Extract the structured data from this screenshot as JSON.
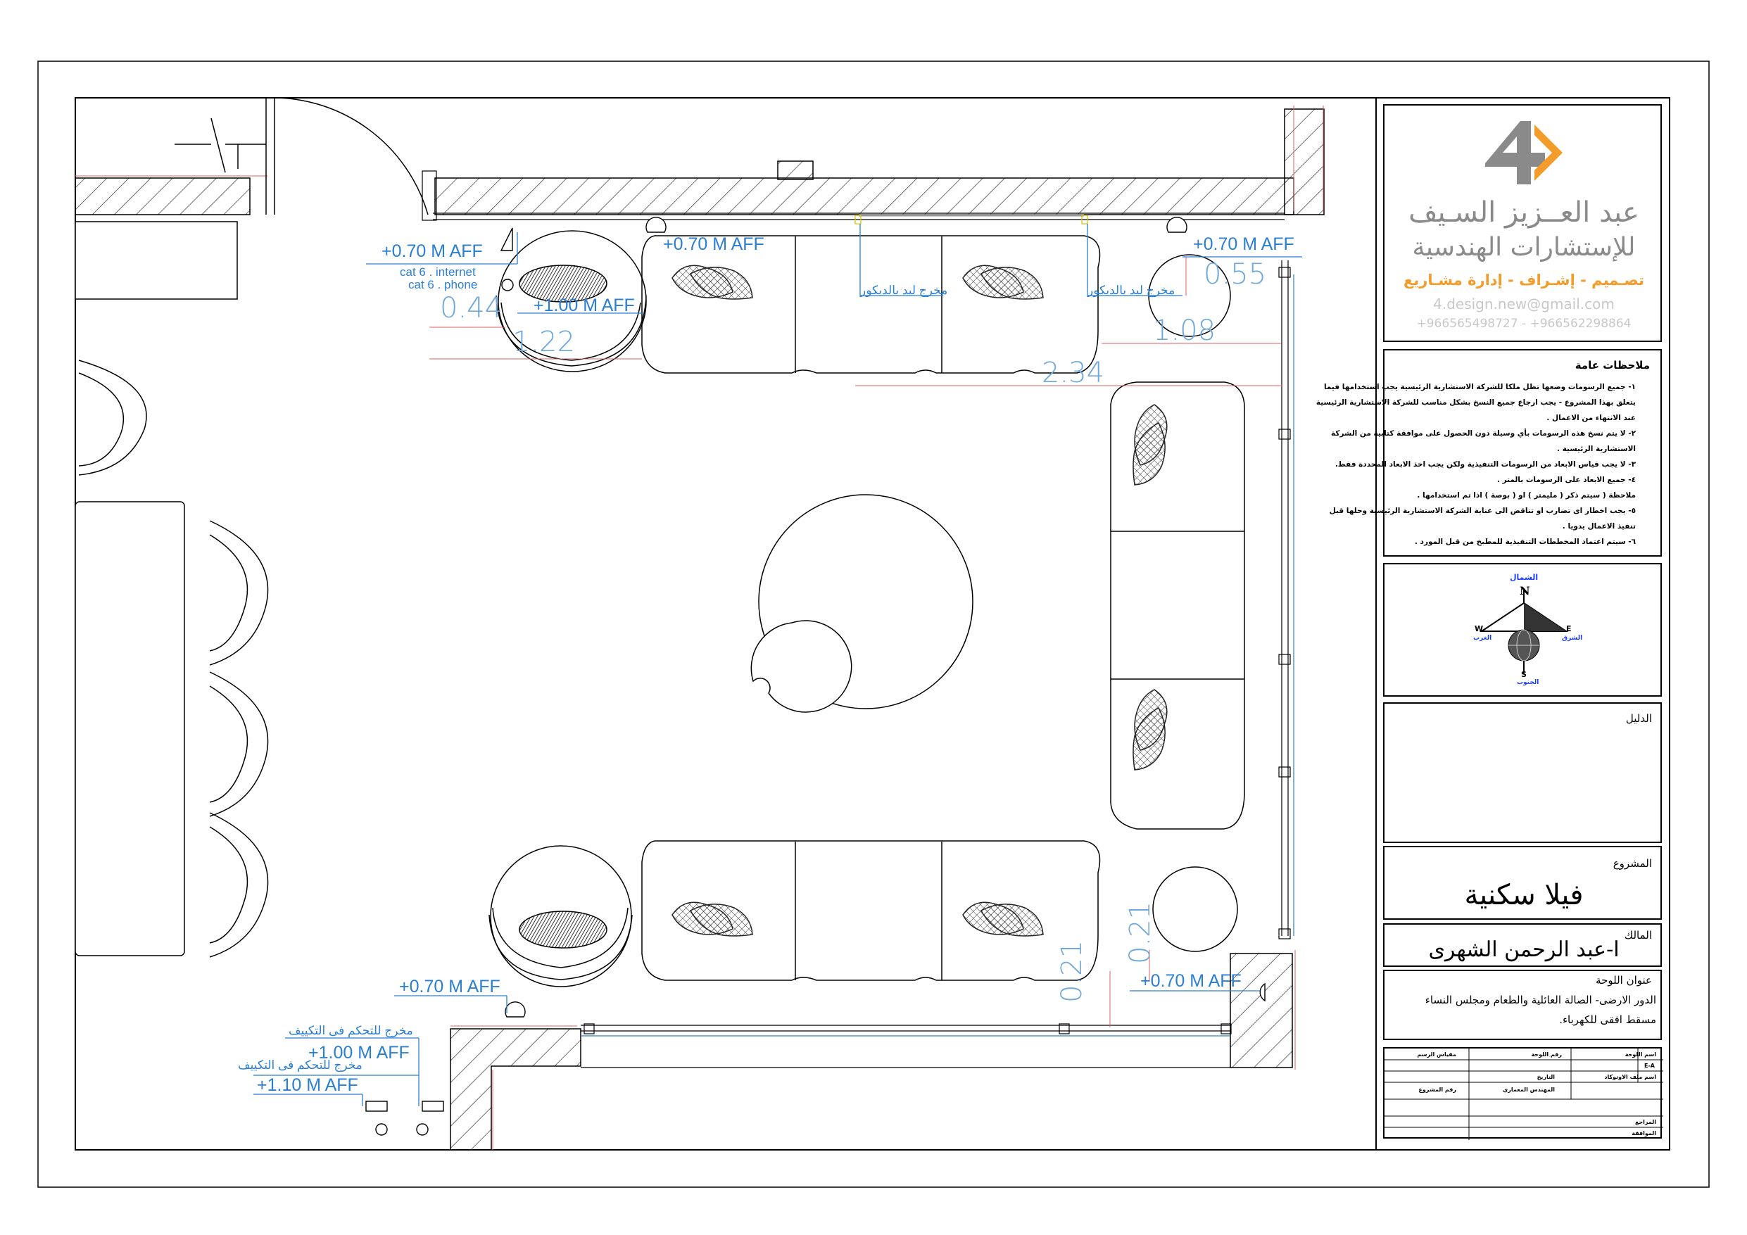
{
  "plan": {
    "annotations": {
      "aff_070_left": "+0.70 M AFF",
      "cat6_internet": "cat 6 . internet",
      "cat6_phone": "cat 6 . phone",
      "aff_100_chair": "+1.00 M AFF",
      "aff_070_top": "+0.70 M AFF",
      "led_outlet_1": "مخرج  ليد بالديكور",
      "led_outlet_2": "مخرج  ليد بالديكور",
      "aff_070_right": "+0.70 M AFF",
      "aff_070_bottom_left": "+0.70 M AFF",
      "ac_outlet_1": "مخرج  للتحكم فى التكييف",
      "aff_100_bottom": "+1.00 M AFF",
      "ac_outlet_2": "مخرج  للتحكم فى التكييف",
      "aff_110_bottom": "+1.10 M AFF",
      "aff_070_bottom_right": "+0.70 M AFF"
    },
    "dimensions": {
      "d044": "0.44",
      "d122": "1.22",
      "d055": "0.55",
      "d108": "1.08",
      "d234": "2.34",
      "d021_a": "0.21",
      "d021_b": "0.21"
    }
  },
  "title_block": {
    "company_name_1": "عبد العــزيز السـيف",
    "company_name_2": "للإستشارات الهندسية",
    "services": "تصـميم - إشـراف - إدارة مشـاريع",
    "email": "4.design.new@gmail.com",
    "phones": "+966565498727 - +966562298864",
    "general_notes_title": "ملاحظات عامة",
    "notes": [
      "١- جميع الرسومات وضعها تظل ملكا للشركة الاستشارية الرئيسية يجب استخدامها فيما",
      "يتعلق بهذا المشروع - يجب ارجاع جميع النسخ بشكل مناسب للشركة الاستشارية الرئيسية",
      "عند الانتهاء من الاعمال .",
      "٢- لا يتم نسخ هذه الرسومات بأي وسيلة دون الحصول على موافقة كتابية من الشركة",
      "الاستشارية الرئيسية .",
      "٣- لا يجب قياس الابعاد من الرسومات التنفيذية ولكن يجب اخذ الابعاد المحددة فقط.",
      "٤- جميع الابعاد على الرسومات بالمتر .",
      "ملاحظة ( سيتم ذكر ( مليمتر ) او ( بوصة ) اذا تم استخدامها .",
      "٥- يجب اخطار اى تضارب او تناقض الى عناية الشركة الاستشارية الرئيسية وحلها قبل",
      "تنفيذ الاعمال يدويا .",
      "٦- سيتم اعتماد المخططات التنفيذية للمطبخ من قبل المورد ."
    ],
    "compass": {
      "north_ar": "الشمال",
      "n": "N",
      "w": "W",
      "west_ar": "الغرب",
      "e": "E",
      "east_ar": "الشرق",
      "s": "S",
      "south_ar": "الجنوب"
    },
    "legend_label": "الدليل",
    "project_label": "المشروع",
    "project_name": "فيلا سكنية",
    "owner_label": "المالك",
    "owner_name": "ا-عبد الرحمن الشهرى",
    "sheet_title_label": "عنوان اللوحة",
    "sheet_title_1": "الدور الارضى- الصالة العائلية والطعام ومجلس النساء",
    "sheet_title_2": "مسقط افقى للكهرباء.",
    "table": {
      "c1": "مقياس الرسم",
      "c2": "رقم اللوحة",
      "c3": "اسم اللوحة",
      "c3_val": "E-A",
      "c4": "اسم ملف الاوتوكاد",
      "c5": "التاريخ",
      "c6": "رقم المشروع",
      "c7": "المهندس المعماري",
      "c8": "المراجع",
      "c9": "الموافقة"
    }
  }
}
